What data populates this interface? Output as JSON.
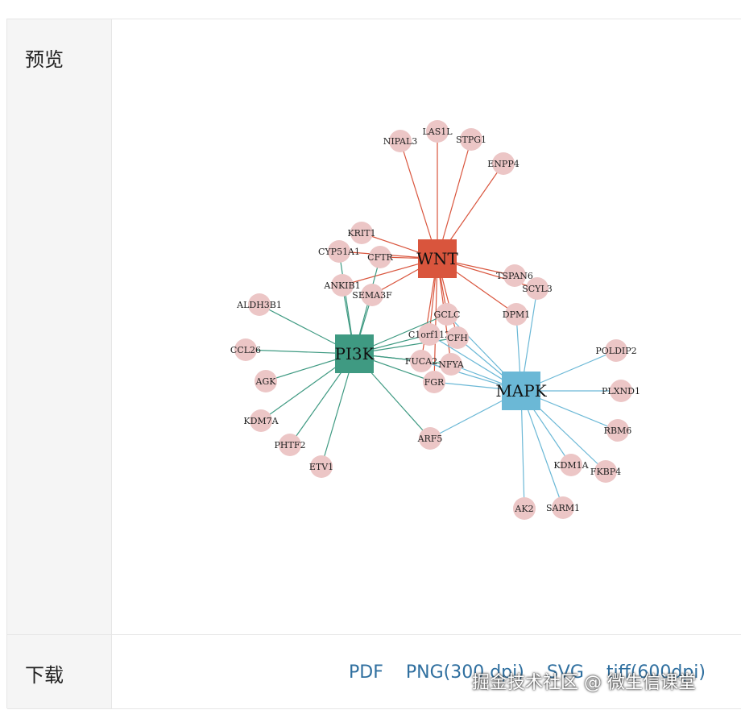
{
  "rows": {
    "preview_label": "预览",
    "download_label": "下载"
  },
  "downloads": [
    "PDF",
    "PNG(300 dpi)",
    "SVG",
    "tiff(600dpi)"
  ],
  "watermark": "掘金技术社区 @ 微生信课堂",
  "colors": {
    "wnt": "#d9553d",
    "pi3k": "#3f9a82",
    "mapk": "#6bb8d6",
    "gene": "#ecc6c6"
  },
  "network": {
    "hubs": [
      {
        "id": "WNT",
        "label": "WNT",
        "color": "#d9553d"
      },
      {
        "id": "PI3K",
        "label": "PI3K",
        "color": "#3f9a82"
      },
      {
        "id": "MAPK",
        "label": "MAPK",
        "color": "#6bb8d6"
      }
    ],
    "genes": [
      "NIPAL3",
      "LAS1L",
      "STPG1",
      "ENPP4",
      "KRIT1",
      "CYP51A1",
      "CFTR",
      "ANKIB1",
      "SEMA3F",
      "TSPAN6",
      "SCYL3",
      "DPM1",
      "GCLC",
      "C1orf112",
      "CFH",
      "FUCA2",
      "NFYA",
      "FGR",
      "ALDH3B1",
      "CCL26",
      "AGK",
      "KDM7A",
      "PHTF2",
      "ETV1",
      "ARF5",
      "POLDIP2",
      "PLXND1",
      "RBM6",
      "KDM1A",
      "FKBP4",
      "AK2",
      "SARM1"
    ],
    "edges": {
      "WNT": [
        "NIPAL3",
        "LAS1L",
        "STPG1",
        "ENPP4",
        "KRIT1",
        "CYP51A1",
        "CFTR",
        "ANKIB1",
        "SEMA3F",
        "TSPAN6",
        "SCYL3",
        "DPM1",
        "GCLC",
        "C1orf112",
        "CFH",
        "FUCA2",
        "NFYA",
        "FGR"
      ],
      "PI3K": [
        "CYP51A1",
        "CFTR",
        "ANKIB1",
        "SEMA3F",
        "ALDH3B1",
        "CCL26",
        "AGK",
        "KDM7A",
        "PHTF2",
        "ETV1",
        "ARF5",
        "GCLC",
        "C1orf112",
        "CFH",
        "FUCA2",
        "FGR",
        "NFYA"
      ],
      "MAPK": [
        "DPM1",
        "SCYL3",
        "GCLC",
        "C1orf112",
        "CFH",
        "FUCA2",
        "NFYA",
        "FGR",
        "ARF5",
        "POLDIP2",
        "PLXND1",
        "RBM6",
        "KDM1A",
        "FKBP4",
        "AK2",
        "SARM1"
      ]
    }
  }
}
